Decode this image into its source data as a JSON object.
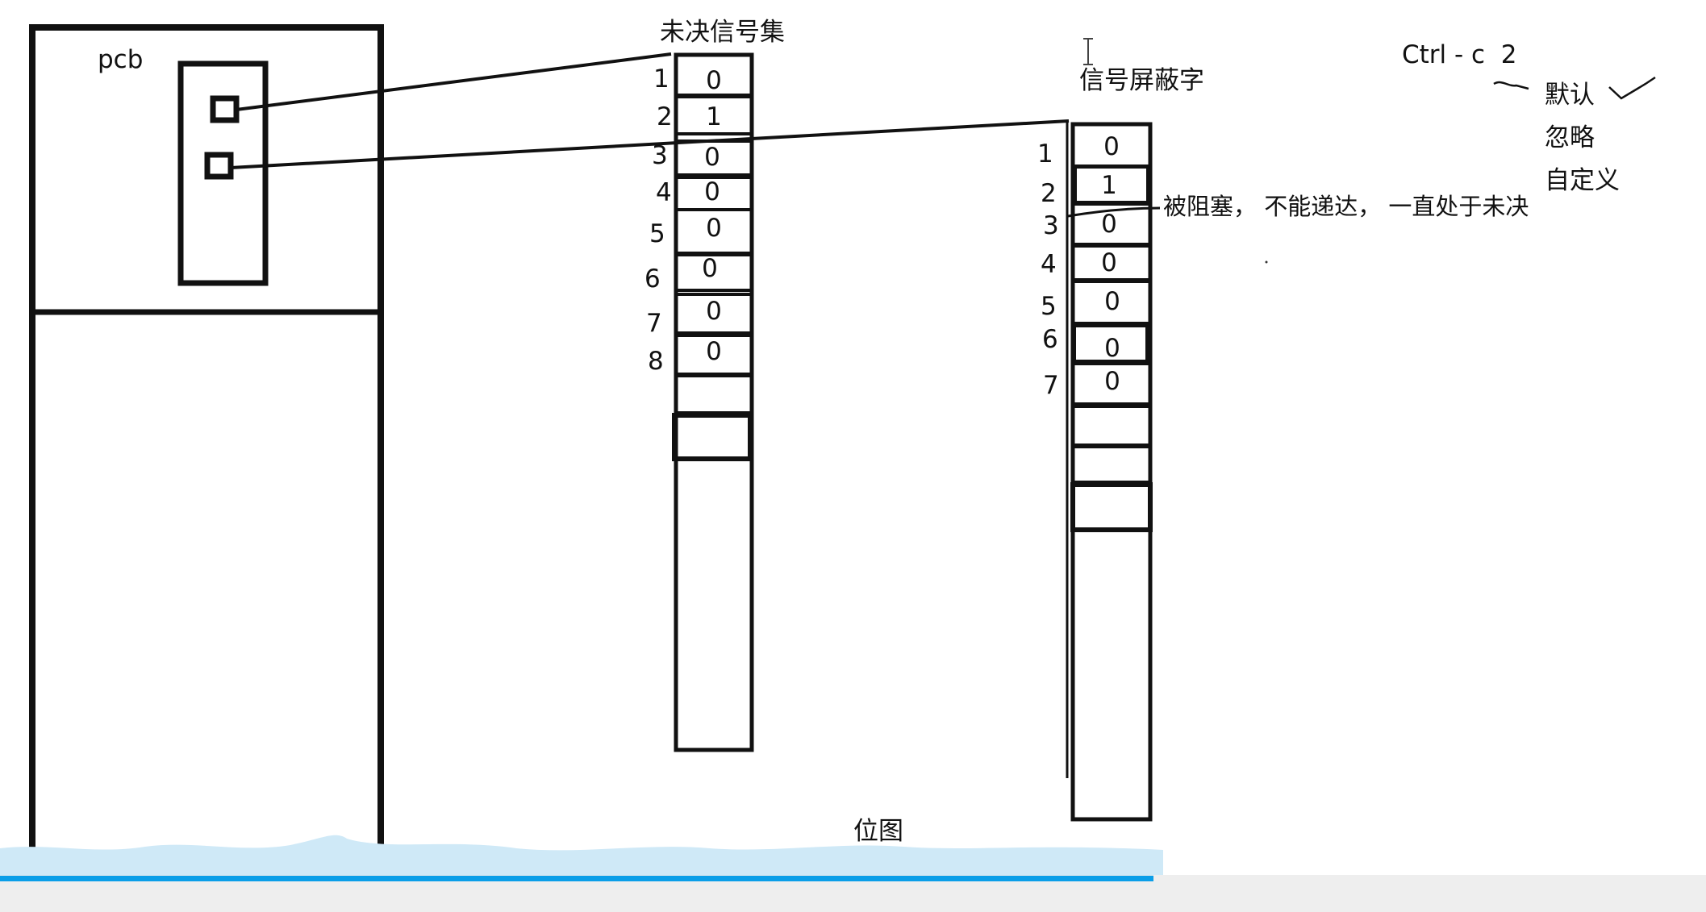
{
  "pcb_label": "pcb",
  "pending_set": {
    "title": "未决信号集",
    "indices": [
      "1",
      "2",
      "3",
      "4",
      "5",
      "6",
      "7",
      "8"
    ],
    "values": [
      "0",
      "1",
      "0",
      "0",
      "0",
      "0",
      "0",
      "0"
    ]
  },
  "block_mask": {
    "title": "信号屏蔽字",
    "indices": [
      "1",
      "2",
      "3",
      "4",
      "5",
      "6",
      "7"
    ],
    "values": [
      "0",
      "1",
      "0",
      "0",
      "0",
      "0",
      "0"
    ]
  },
  "block_note": "被阻塞， 不能递达， 一直处于未决",
  "ctrl_c": "Ctrl - c  2",
  "actions": [
    "默认",
    "忽略",
    "自定义"
  ],
  "bitmap_label": "位图",
  "colors": {
    "ink": "#111111",
    "progress": "#0a9ee8",
    "wave": "#cfe9f7"
  }
}
